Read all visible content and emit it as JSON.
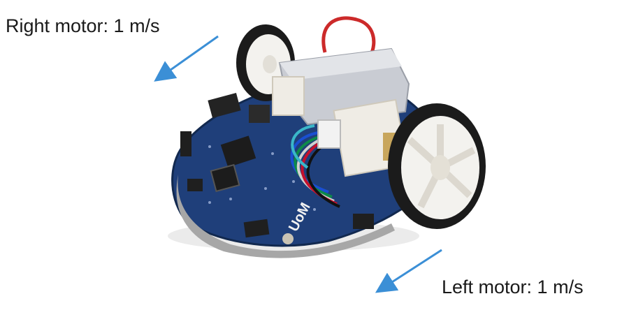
{
  "labels": {
    "right_motor": "Right motor: 1 m/s",
    "left_motor": "Left motor: 1 m/s"
  },
  "board": {
    "logo_text": "UoM"
  },
  "colors": {
    "arrow": "#3b8fd6",
    "pcb": "#1f3f7a",
    "battery": "#c9ccd3",
    "wheel_tire": "#1b1b1b",
    "wheel_hub": "#f3f2ee",
    "mount": "#efece5"
  }
}
